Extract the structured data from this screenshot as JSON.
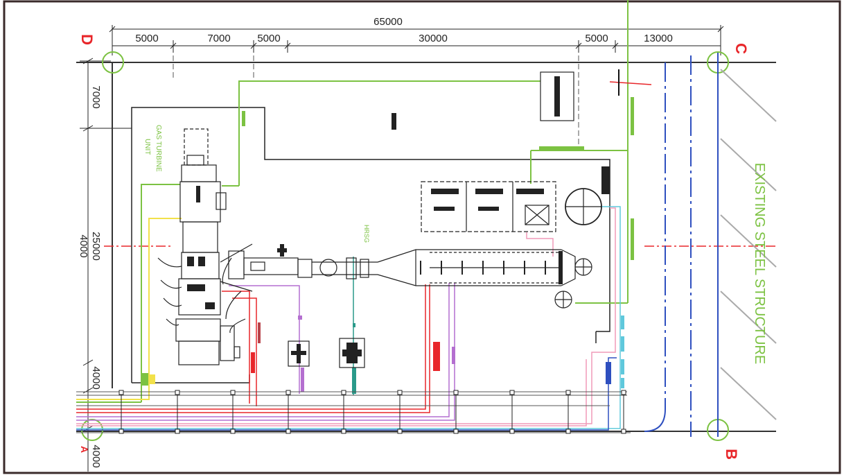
{
  "dimensions": {
    "overall": "65000",
    "top": [
      "5000",
      "7000",
      "5000",
      "30000",
      "5000",
      "13000"
    ],
    "left": [
      "7000",
      "25000",
      "4000",
      "4000"
    ],
    "left_partial": "4000"
  },
  "grid_labels": {
    "d": "D",
    "c": "C",
    "b": "B",
    "a": "A"
  },
  "labels": {
    "gas_turbine_line1": "GAS TURBINE",
    "gas_turbine_line2": "UNIT",
    "hrsg": "HRSG",
    "existing_structure": "EXISTING STEEL STRUCTURE"
  },
  "colors": {
    "green": "#7cc242",
    "red": "#e8262a",
    "blue": "#2e4fbf",
    "cyan": "#5fc8dc",
    "purple": "#b46fd0",
    "pink": "#f09ab8",
    "yellow": "#f2e14a",
    "teal": "#2a9a8a",
    "grey": "#8c8c8c"
  }
}
